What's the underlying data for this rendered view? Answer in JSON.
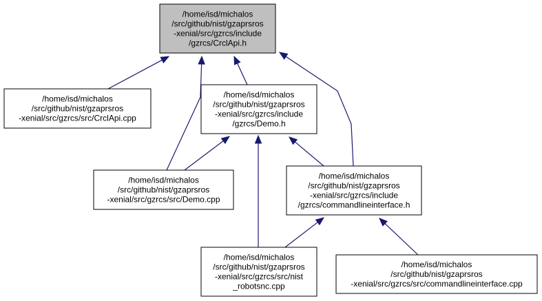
{
  "diagram": {
    "highlight_fill": "#bfbfbf",
    "node_fill": "#ffffff",
    "edge_color": "#191970",
    "nodes": [
      {
        "id": "crclapi_h",
        "highlighted": true,
        "lines": [
          "/home/isd/michalos",
          "/src/github/nist/gzaprsros",
          "-xenial/src/gzrcs/include",
          "/gzrcs/CrclApi.h"
        ]
      },
      {
        "id": "crclapi_cpp",
        "highlighted": false,
        "lines": [
          "/home/isd/michalos",
          "/src/github/nist/gzaprsros",
          "-xenial/src/gzrcs/src/CrclApi.cpp"
        ]
      },
      {
        "id": "demo_h",
        "highlighted": false,
        "lines": [
          "/home/isd/michalos",
          "/src/github/nist/gzaprsros",
          "-xenial/src/gzrcs/include",
          "/gzrcs/Demo.h"
        ]
      },
      {
        "id": "demo_cpp",
        "highlighted": false,
        "lines": [
          "/home/isd/michalos",
          "/src/github/nist/gzaprsros",
          "-xenial/src/gzrcs/src/Demo.cpp"
        ]
      },
      {
        "id": "cli_h",
        "highlighted": false,
        "lines": [
          "/home/isd/michalos",
          "/src/github/nist/gzaprsros",
          "-xenial/src/gzrcs/include",
          "/gzrcs/commandlineinterface.h"
        ]
      },
      {
        "id": "robotsnc_cpp",
        "highlighted": false,
        "lines": [
          "/home/isd/michalos",
          "/src/github/nist/gzaprsros",
          "-xenial/src/gzrcs/src/nist",
          "_robotsnc.cpp"
        ]
      },
      {
        "id": "cli_cpp",
        "highlighted": false,
        "lines": [
          "/home/isd/michalos",
          "/src/github/nist/gzaprsros",
          "-xenial/src/gzrcs/src/commandlineinterface.cpp"
        ]
      }
    ],
    "edges": [
      {
        "from": "crclapi_cpp",
        "to": "crclapi_h"
      },
      {
        "from": "demo_cpp",
        "to": "crclapi_h"
      },
      {
        "from": "demo_h",
        "to": "crclapi_h"
      },
      {
        "from": "cli_h",
        "to": "crclapi_h"
      },
      {
        "from": "demo_cpp",
        "to": "demo_h"
      },
      {
        "from": "robotsnc_cpp",
        "to": "demo_h"
      },
      {
        "from": "cli_h",
        "to": "demo_h"
      },
      {
        "from": "robotsnc_cpp",
        "to": "cli_h"
      },
      {
        "from": "cli_cpp",
        "to": "cli_h"
      }
    ]
  }
}
